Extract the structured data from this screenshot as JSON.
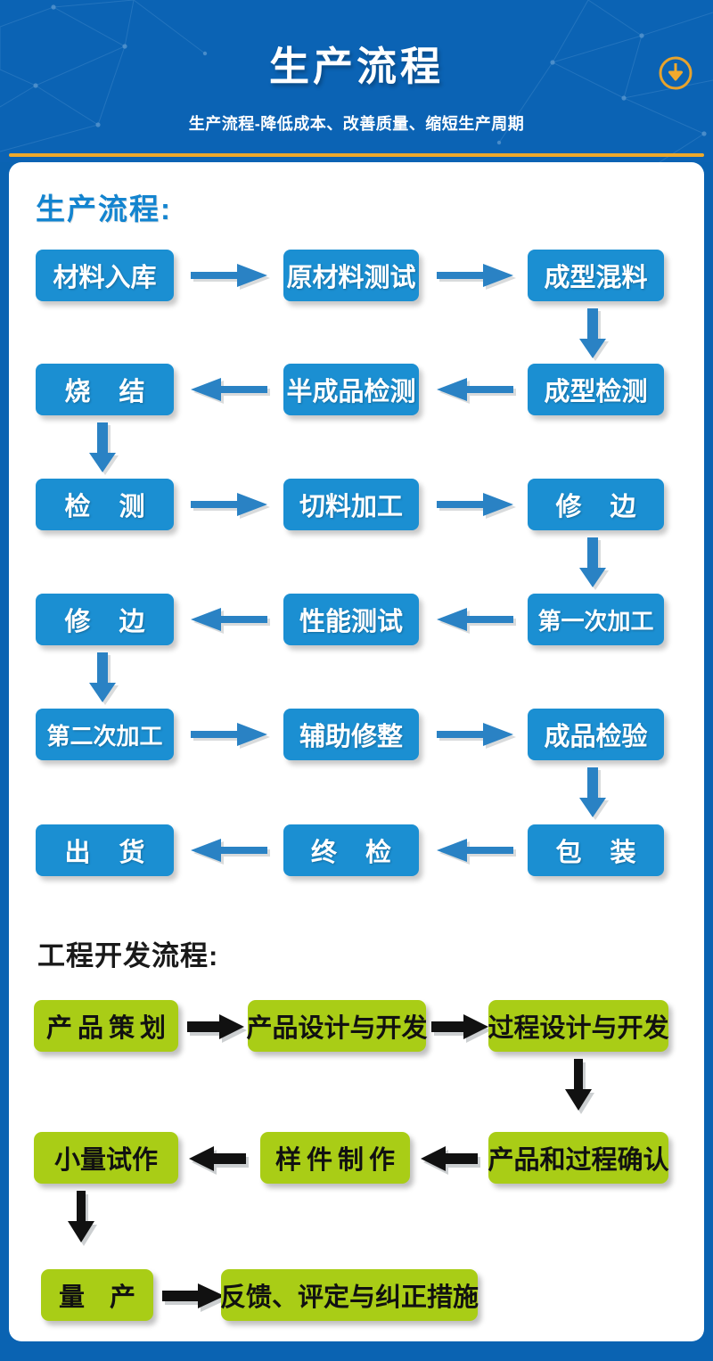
{
  "header": {
    "title": "生产流程",
    "subtitle": "生产流程-降低成本、改善质量、缩短生产周期",
    "download_icon": "download-circle-icon",
    "accent_color": "#efa92b",
    "background_color": "#0b63b4"
  },
  "sections": [
    {
      "id": "production",
      "heading": "生产流程:",
      "heading_color": "#1384cf",
      "box_color": "#1b8fd2",
      "box_text_color": "#ffffff",
      "arrow_color": "#2a82c4",
      "rows": [
        {
          "direction": "right",
          "items": [
            "材料入库",
            "原材料测试",
            "成型混料"
          ]
        },
        {
          "direction": "left",
          "items": [
            "烧 结",
            "半成品检测",
            "成型检测"
          ]
        },
        {
          "direction": "right",
          "items": [
            "检 测",
            "切料加工",
            "修 边"
          ]
        },
        {
          "direction": "left",
          "items": [
            "修 边",
            "性能测试",
            "第一次加工"
          ]
        },
        {
          "direction": "right",
          "items": [
            "第二次加工",
            "辅助修整",
            "成品检验"
          ]
        },
        {
          "direction": "left",
          "items": [
            "出 货",
            "终 检",
            "包 装"
          ]
        }
      ]
    },
    {
      "id": "engineering",
      "heading": "工程开发流程:",
      "heading_color": "#1a1a1a",
      "box_color": "#a9cd16",
      "box_text_color": "#111111",
      "arrow_color": "#101010",
      "rows": [
        {
          "direction": "right",
          "items": [
            "产品策划",
            "产品设计与开发",
            "过程设计与开发"
          ]
        },
        {
          "direction": "left",
          "items": [
            "小量试作",
            "样件制作",
            "产品和过程确认"
          ]
        },
        {
          "direction": "right",
          "items": [
            "量 产",
            "反馈、评定与纠正措施"
          ]
        }
      ]
    }
  ]
}
